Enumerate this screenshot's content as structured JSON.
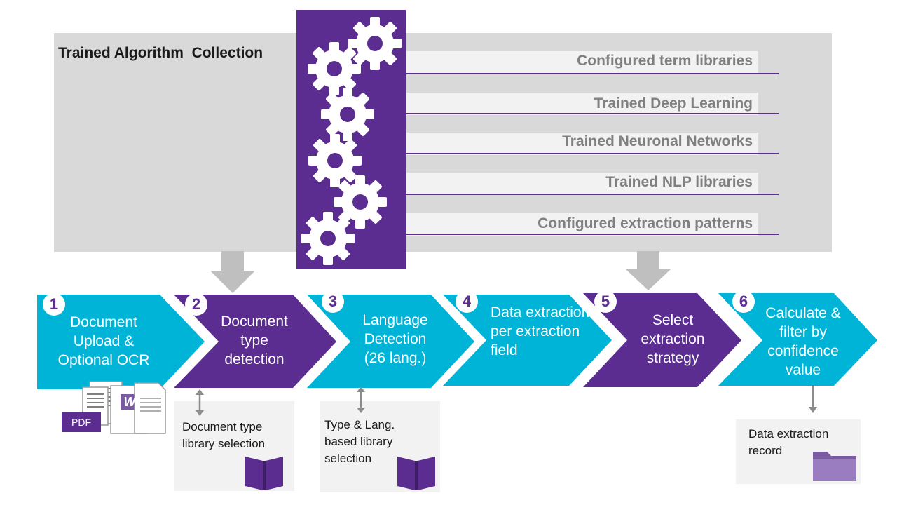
{
  "collection": {
    "title": "Trained Algorithm  Collection",
    "libraries": [
      "Configured term libraries",
      "Trained Deep Learning",
      "Trained Neuronal Networks",
      "Trained NLP libraries",
      "Configured extraction patterns"
    ]
  },
  "steps": [
    {
      "num": "1",
      "label": "Document Upload & Optional OCR"
    },
    {
      "num": "2",
      "label": "Document type detection"
    },
    {
      "num": "3",
      "label": "Language Detection (26 lang.)"
    },
    {
      "num": "4",
      "label": "Data extraction per extraction field"
    },
    {
      "num": "5",
      "label": "Select extraction strategy"
    },
    {
      "num": "6",
      "label": "Calculate & filter by confidence value"
    }
  ],
  "file_icons": {
    "pdf_label": "PDF",
    "word_letter": "W"
  },
  "boxes": {
    "doc_type_library": "Document type library selection",
    "type_lang_library": "Type & Lang. based library selection",
    "extraction_record": "Data extraction record"
  },
  "colors": {
    "purple": "#5c2d91",
    "cyan": "#00b4d8",
    "gray_panel": "#d9d9d9",
    "light_box": "#f2f2f2",
    "label_gray": "#808080"
  }
}
